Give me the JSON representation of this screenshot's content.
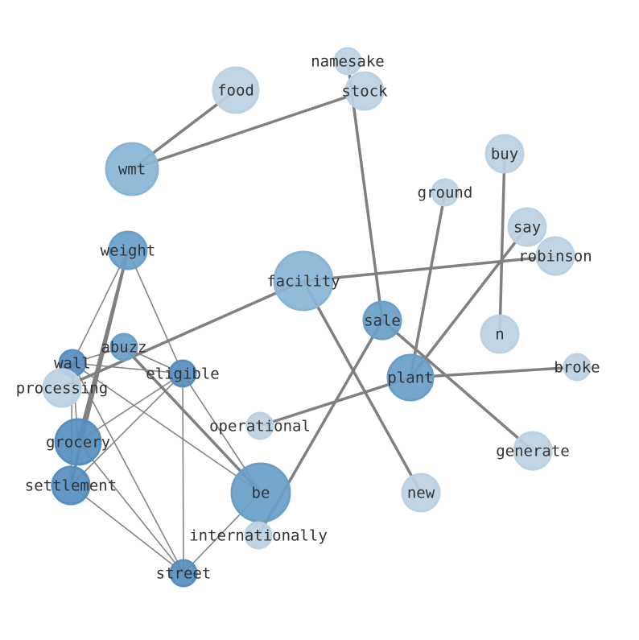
{
  "graph": {
    "nodes": [
      {
        "id": "namesake",
        "label": "namesake",
        "level": 0
      },
      {
        "id": "stock",
        "label": "stock",
        "level": 0
      },
      {
        "id": "food",
        "label": "food",
        "level": 0
      },
      {
        "id": "wmt",
        "label": "wmt",
        "level": 1
      },
      {
        "id": "buy",
        "label": "buy",
        "level": 0
      },
      {
        "id": "ground",
        "label": "ground",
        "level": 0
      },
      {
        "id": "say",
        "label": "say",
        "level": 0
      },
      {
        "id": "robinson",
        "label": "robinson",
        "level": 0
      },
      {
        "id": "weight",
        "label": "weight",
        "level": 2
      },
      {
        "id": "facility",
        "label": "facility",
        "level": 1
      },
      {
        "id": "sale",
        "label": "sale",
        "level": 2
      },
      {
        "id": "n",
        "label": "n",
        "level": 0
      },
      {
        "id": "abuzz",
        "label": "abuzz",
        "level": 2
      },
      {
        "id": "wall",
        "label": "wall",
        "level": 3
      },
      {
        "id": "eligible",
        "label": "eligible",
        "level": 3
      },
      {
        "id": "processing",
        "label": "processing",
        "level": 0
      },
      {
        "id": "plant",
        "label": "plant",
        "level": 2
      },
      {
        "id": "broke",
        "label": "broke",
        "level": 0
      },
      {
        "id": "operational",
        "label": "operational",
        "level": 0
      },
      {
        "id": "grocery",
        "label": "grocery",
        "level": 3
      },
      {
        "id": "generate",
        "label": "generate",
        "level": 0
      },
      {
        "id": "settlement",
        "label": "settlement",
        "level": 3
      },
      {
        "id": "be",
        "label": "be",
        "level": 2
      },
      {
        "id": "new",
        "label": "new",
        "level": 0
      },
      {
        "id": "internationally",
        "label": "internationally",
        "level": 0
      },
      {
        "id": "street",
        "label": "street",
        "level": 3
      }
    ],
    "edges": [
      [
        "food",
        "wmt",
        2
      ],
      [
        "wmt",
        "stock",
        2
      ],
      [
        "namesake",
        "sale",
        2
      ],
      [
        "ground",
        "plant",
        2
      ],
      [
        "buy",
        "n",
        2
      ],
      [
        "say",
        "plant",
        2
      ],
      [
        "facility",
        "robinson",
        2
      ],
      [
        "facility",
        "processing",
        2
      ],
      [
        "facility",
        "new",
        2
      ],
      [
        "sale",
        "generate",
        2
      ],
      [
        "sale",
        "internationally",
        2
      ],
      [
        "plant",
        "operational",
        2
      ],
      [
        "plant",
        "broke",
        2
      ],
      [
        "abuzz",
        "be",
        2
      ],
      [
        "weight",
        "grocery",
        2
      ],
      [
        "weight",
        "settlement",
        2
      ],
      [
        "weight",
        "wall",
        1
      ],
      [
        "weight",
        "eligible",
        1
      ],
      [
        "eligible",
        "be",
        1
      ],
      [
        "wall",
        "abuzz",
        1
      ],
      [
        "abuzz",
        "eligible",
        1
      ],
      [
        "wall",
        "eligible",
        1
      ],
      [
        "wall",
        "be",
        1
      ],
      [
        "wall",
        "street",
        1
      ],
      [
        "wall",
        "settlement",
        1
      ],
      [
        "wall",
        "grocery",
        1
      ],
      [
        "eligible",
        "grocery",
        1
      ],
      [
        "eligible",
        "settlement",
        1
      ],
      [
        "eligible",
        "street",
        1
      ],
      [
        "grocery",
        "street",
        1
      ],
      [
        "settlement",
        "street",
        1
      ],
      [
        "be",
        "street",
        1
      ]
    ],
    "colors": {
      "level0": "#c6dcee",
      "level1": "#8fbfe0",
      "level2": "#6fa8d4",
      "level3": "#5a97c9",
      "edge": "#808080"
    }
  }
}
